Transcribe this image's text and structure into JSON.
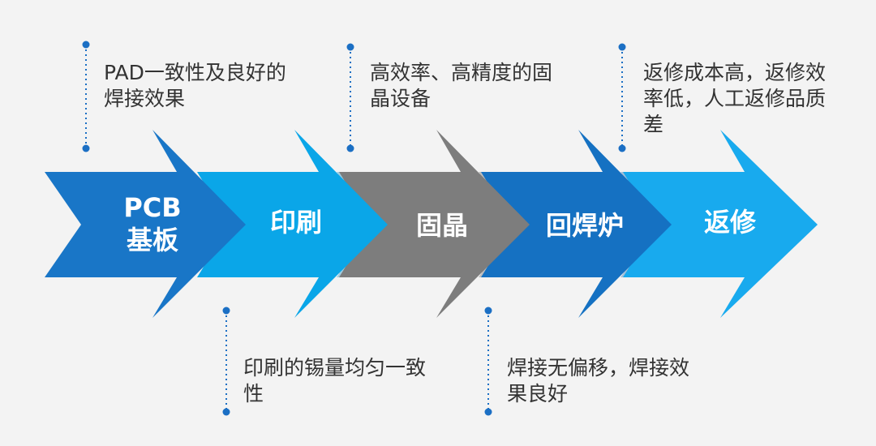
{
  "steps": [
    {
      "id": "pcb",
      "label": "PCB\n基板",
      "color": "#1976c7"
    },
    {
      "id": "print",
      "label": "印刷",
      "color": "#0aa6e8"
    },
    {
      "id": "die",
      "label": "固晶",
      "color": "#7d7d7d"
    },
    {
      "id": "reflow",
      "label": "回焊炉",
      "color": "#1571c2"
    },
    {
      "id": "rework",
      "label": "返修",
      "color": "#18aaee"
    }
  ],
  "notes": {
    "pcb": "PAD一致性及良好的\n焊接效果",
    "print": "印刷的锡量均匀一致\n性",
    "die": "高效率、高精度的固\n晶设备",
    "reflow": "焊接无偏移，焊接效\n果良好",
    "rework": "返修成本高，返修效\n率低，人工返修品质\n差"
  },
  "colors": {
    "connector": "#1b6fc4",
    "text": "#333333"
  }
}
